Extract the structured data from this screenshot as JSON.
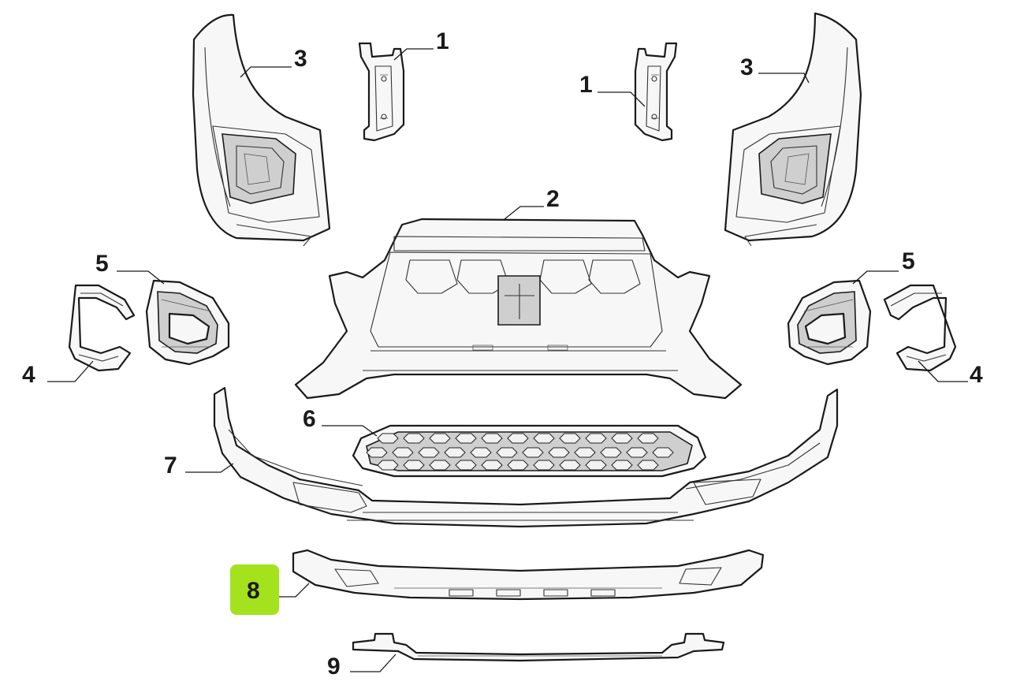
{
  "callouts": {
    "c1_left": "1",
    "c1_right": "1",
    "c2": "2",
    "c3_left": "3",
    "c3_right": "3",
    "c4_left": "4",
    "c4_right": "4",
    "c5_left": "5",
    "c5_right": "5",
    "c6": "6",
    "c7": "7",
    "c8": "8",
    "c9": "9"
  },
  "highlight": {
    "part": "8",
    "color": "#a4e21e"
  }
}
